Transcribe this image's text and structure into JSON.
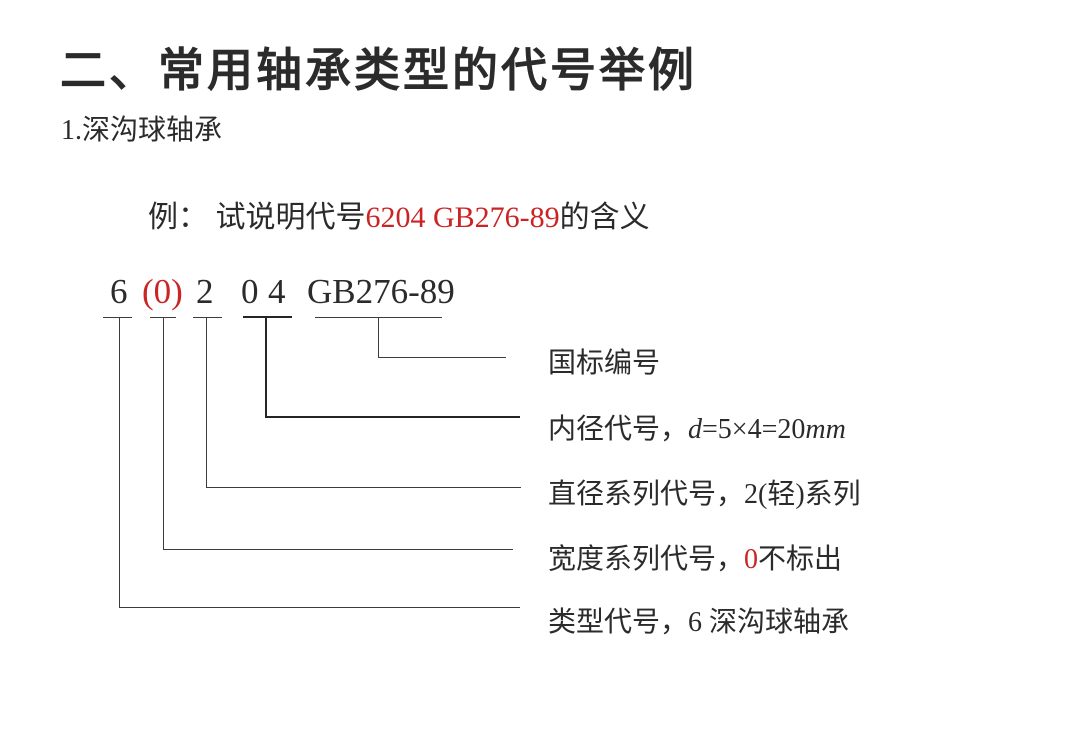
{
  "page": {
    "title": "二、常用轴承类型的代号举例",
    "subtitle": "1.深沟球轴承",
    "example": {
      "prefix": "例： 试说明代号",
      "code": "6204 GB276-89",
      "suffix": "的含义"
    },
    "code_tokens": [
      {
        "text": "6",
        "color": "black"
      },
      {
        "text": "(0)",
        "color": "red"
      },
      {
        "text": "2",
        "color": "black"
      },
      {
        "text": "0",
        "color": "black"
      },
      {
        "text": "4",
        "color": "black"
      },
      {
        "text": "GB276-89",
        "color": "black"
      }
    ],
    "labels": {
      "gb": {
        "text": "国标编号"
      },
      "bore": {
        "pre": "内径代号，",
        "var1": "d",
        "mid": "=5×4=20",
        "var2": "mm"
      },
      "diameter": {
        "text": "直径系列代号，2(轻)系列"
      },
      "width": {
        "pre": "宽度系列代号，",
        "red": "0",
        "post": "不标出"
      },
      "type": {
        "text": "类型代号，6 深沟球轴承"
      }
    }
  },
  "colors": {
    "accent_red": "#cb2424",
    "text_black": "#2b2b2b",
    "line_gray": "#3c3c3c"
  }
}
